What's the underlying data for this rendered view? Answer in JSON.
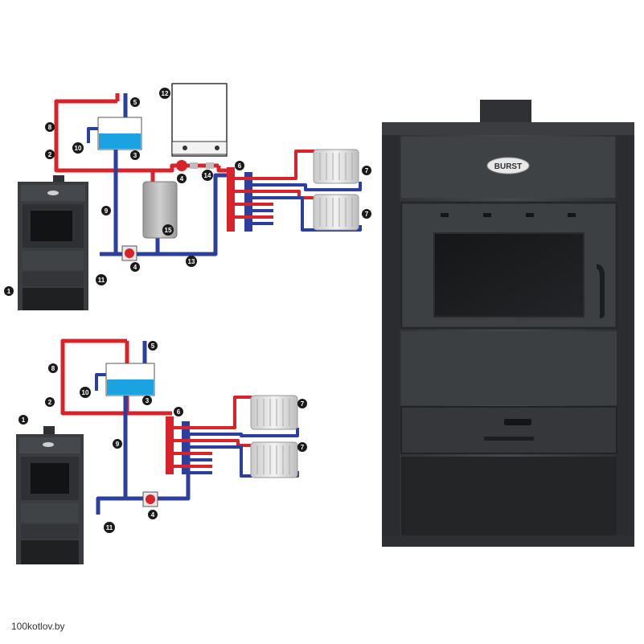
{
  "brand": {
    "logo_text": "BURST"
  },
  "watermark": "100kotlov.by",
  "diagram_top": {
    "labels": {
      "boiler": "1",
      "supply_pipe": "2",
      "expansion_tank": "3",
      "pump": "4",
      "vent_pipe": "5",
      "manifold": "6",
      "radiator_upper": "7",
      "radiator_lower": "7",
      "overflow_pipe": "8",
      "return_pipe": "9",
      "drain_valve": "10",
      "return_node": "11",
      "gas_boiler": "12",
      "return_line": "13",
      "valve": "14",
      "buffer_tank": "15"
    }
  },
  "diagram_bottom": {
    "labels": {
      "boiler": "1",
      "supply_pipe": "2",
      "expansion_tank": "3",
      "pump": "4",
      "vent_pipe": "5",
      "manifold": "6",
      "radiator_upper": "7",
      "radiator_lower": "7",
      "overflow_pipe": "8",
      "return_pipe": "9",
      "drain_valve": "10",
      "return_node": "11"
    }
  },
  "colors": {
    "supply": "#d8232a",
    "return": "#2c3e9e",
    "stove_body": "#3a3c3f",
    "tank_water": "#1aa3e0"
  }
}
